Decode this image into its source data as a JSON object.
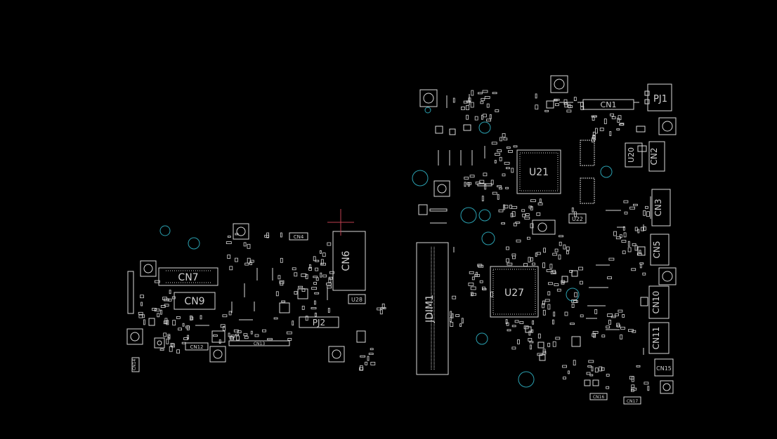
{
  "app": {
    "view": "pcb-layout",
    "background_color": "#000000",
    "outline_color": "#d8d8d8",
    "via_color": "#2aa0b0",
    "cursor_color": "#c04050"
  },
  "components": {
    "PJ1": "PJ1",
    "CN1": "CN1",
    "CN2": "CN2",
    "CN3": "CN3",
    "CN4": "CN4",
    "CN5": "CN5",
    "CN6": "CN6",
    "CN7": "CN7",
    "CN9": "CN9",
    "CN10": "CN10",
    "CN11": "CN11",
    "CN12": "CN12",
    "CN13": "CN13",
    "CN14": "CN14",
    "CN15": "CN15",
    "CN16": "CN16",
    "CN17": "CN17",
    "U20": "U20",
    "U21": "U21",
    "U22": "U22",
    "U27": "U27",
    "U28": "U28",
    "PJ2": "PJ2",
    "JDIM1": "JDIM1"
  }
}
